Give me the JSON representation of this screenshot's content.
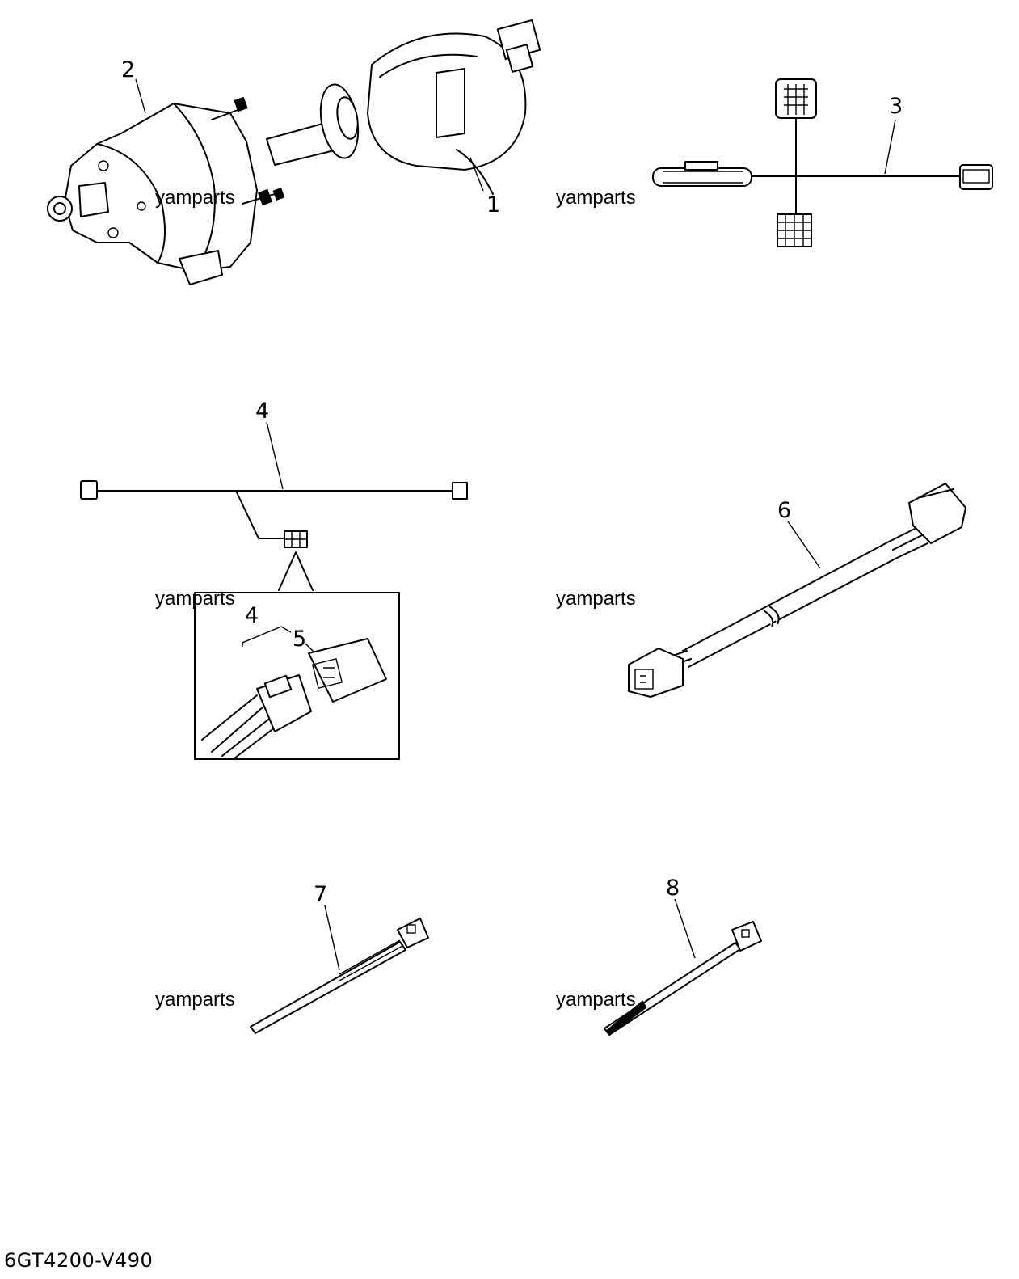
{
  "callouts": [
    "1",
    "2",
    "3",
    "4",
    "4",
    "5",
    "6",
    "7",
    "8"
  ],
  "watermark": "yamparts",
  "diagram_code": "6GT4200-V490"
}
